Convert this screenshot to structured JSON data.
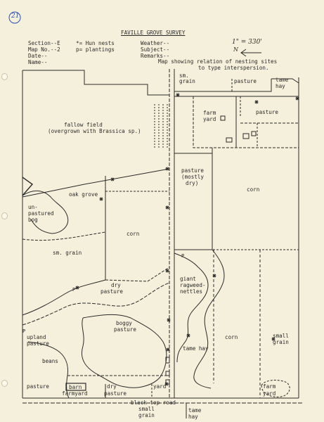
{
  "page_number": "21",
  "title": "FAVILLE GROVE SURVEY",
  "header": {
    "section": "Section--E",
    "map_no": "Map No.--2",
    "date": "Date--",
    "name": "Name--",
    "legend_nests": "*= Hun nests",
    "legend_plantings": "p= plantings",
    "weather": "Weather--",
    "subject": "Subject--",
    "remarks": "Remarks--",
    "scale": "1\" = 330'",
    "north": "N",
    "caption_1": "Map showing relation of nesting sites",
    "caption_2": "to type interspersion."
  },
  "labels": {
    "sm_grain_ne_1": "sm.",
    "sm_grain_ne_2": "grain",
    "pasture_ne": "pasture",
    "tame_hay_ne_1": "tame",
    "tame_hay_ne_2": "hay",
    "farm_yard_1": "farm",
    "farm_yard_2": "yard",
    "pasture_e": "pasture",
    "fallow_1": "fallow field",
    "fallow_2": "(overgrown with Brassica sp.)",
    "pasture_dry_1": "pasture",
    "pasture_dry_2": "(mostly",
    "pasture_dry_3": "dry)",
    "corn_e": "corn",
    "oak_grove": "oak grove",
    "unpastured_1": "un-",
    "unpastured_2": "pastured",
    "unpastured_3": "bog",
    "corn_center": "corn",
    "sm_grain_w": "sm. grain",
    "giant_1": "giant",
    "giant_2": "ragweed-",
    "giant_3": "nettles",
    "dry_pasture_1": "dry",
    "dry_pasture_2": "pasture",
    "boggy_1": "boggy",
    "boggy_2": "pasture",
    "upland_1": "upland",
    "upland_2": "pasture",
    "beans": "beans",
    "tame_hay_s": "tame hay",
    "corn_se": "corn",
    "small_grain_se_1": "small",
    "small_grain_se_2": "grain",
    "pasture_sw": "pasture",
    "barn": "barn",
    "farmyard": "farmyard",
    "dry_pasture_s_1": "dry",
    "dry_pasture_s_2": "pasture",
    "yard_s": "yard",
    "farm_yard_se_1": "farm",
    "farm_yard_se_2": "yard",
    "road": "black-top road",
    "small_grain_bottom_1": "small",
    "small_grain_bottom_2": "grain",
    "tame_hay_bottom_1": "tame",
    "tame_hay_bottom_2": "hay"
  },
  "plantings": {
    "p1": "P",
    "p2": "P",
    "p3": "P"
  },
  "colors": {
    "paper": "#f5f0dc",
    "ink": "#2a2a2a",
    "page_number_ink": "#2b4fb0"
  }
}
